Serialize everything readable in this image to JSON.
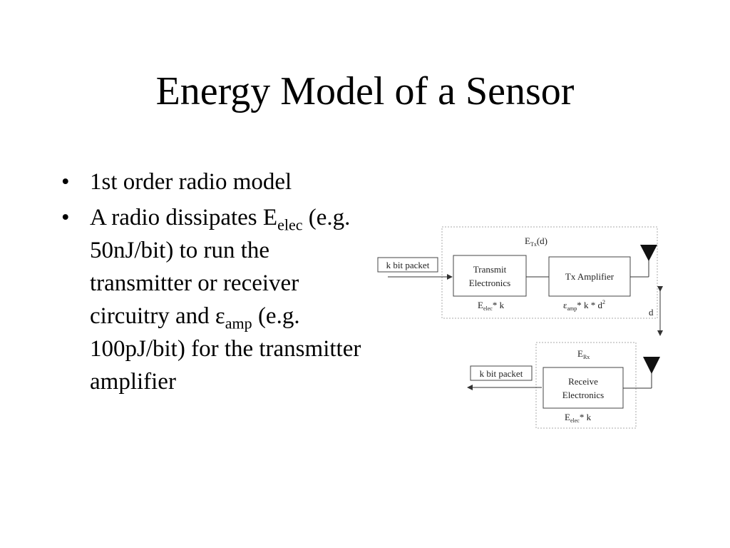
{
  "slide": {
    "title": "Energy Model of a Sensor",
    "bullet_char": "•",
    "bullets": {
      "b1": "1st order radio model",
      "b2_pre": "A radio dissipates E",
      "b2_sub": "elec",
      "b2_mid": " (e.g. 50nJ/bit) to run the transmitter or receiver circuitry and ε",
      "b2_sub2": "amp",
      "b2_post": " (e.g. 100pJ/bit) for the transmitter amplifier"
    }
  },
  "diagram": {
    "tx_energy_E": "E",
    "tx_energy_sub": "Tx",
    "tx_energy_arg": "(d)",
    "tx_packet": "k bit packet",
    "transmit_line1": "Transmit",
    "transmit_line2": "Electronics",
    "amplifier": "Tx Amplifier",
    "elec_E": "E",
    "elec_sub": "elec",
    "elec_rest": "* k",
    "amp_eps": "ε",
    "amp_sub": "amp",
    "amp_rest": "* k * d",
    "amp_exp": "2",
    "distance": "d",
    "rx_energy_E": "E",
    "rx_energy_sub": "Rx",
    "rx_packet": "k bit packet",
    "receive_line1": "Receive",
    "receive_line2": "Electronics",
    "rx_elec_E": "E",
    "rx_elec_sub": "elec",
    "rx_elec_rest": "* k"
  }
}
